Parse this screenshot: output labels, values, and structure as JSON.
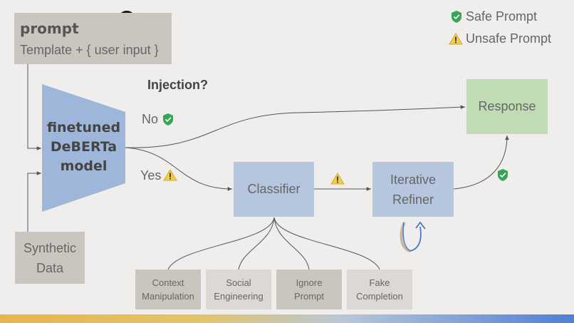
{
  "prompt_box": {
    "title": "prompt",
    "template": "Template + { user input }"
  },
  "synthetic_data": {
    "line1": "Synthetic",
    "line2": "Data"
  },
  "model": {
    "line1": "finetuned",
    "line2": "DeBERTa",
    "line3": "model"
  },
  "decision": {
    "question": "Injection?",
    "no": "No",
    "yes": "Yes"
  },
  "classifier": {
    "label": "Classifier"
  },
  "refiner": {
    "line1": "Iterative",
    "line2": "Refiner"
  },
  "response": {
    "label": "Response"
  },
  "categories": [
    {
      "line1": "Context",
      "line2": "Manipulation"
    },
    {
      "line1": "Social",
      "line2": "Engineering"
    },
    {
      "line1": "Ignore",
      "line2": "Prompt"
    },
    {
      "line1": "Fake",
      "line2": "Completion"
    }
  ],
  "legend": {
    "safe": "Safe Prompt",
    "unsafe": "Unsafe Prompt"
  },
  "icons": {
    "safe": "shield-check-icon",
    "unsafe": "warning-triangle-icon",
    "user": "user-icon",
    "refine_loop": "loop-arrow-icon"
  },
  "colors": {
    "safe": "#3aa35a",
    "unsafe": "#f2cc4b",
    "model": "#9eb6da",
    "process": "#b5c6de",
    "response": "#c1dbb4",
    "input": "#cac5bf"
  }
}
